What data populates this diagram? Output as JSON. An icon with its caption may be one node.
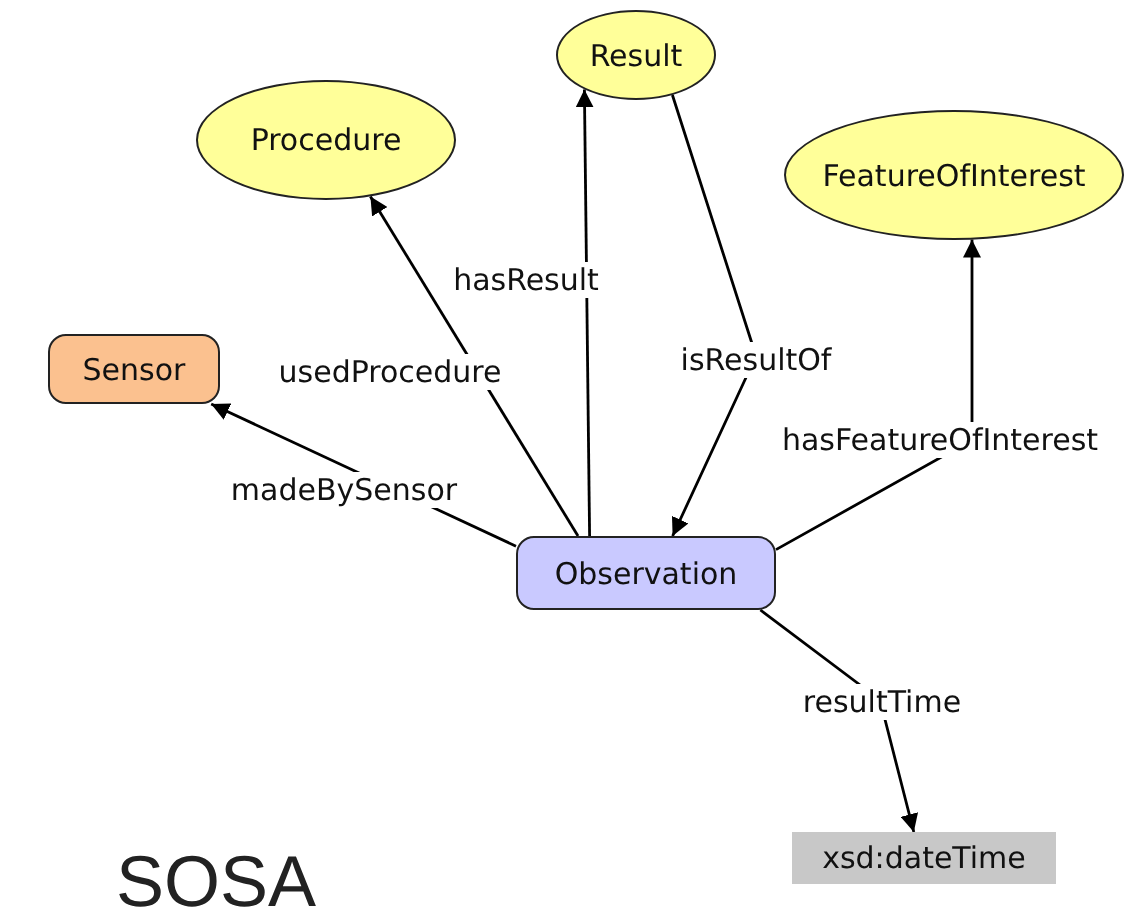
{
  "diagram": {
    "nodes": [
      {
        "text": [
          "Result"
        ]
      },
      {
        "text": [
          "Procedure"
        ]
      },
      {
        "text": [
          "FeatureOfInterest"
        ]
      },
      {
        "text": [
          "Sensor"
        ]
      },
      {
        "text": [
          "Observation"
        ]
      },
      {
        "text": [
          "xsd:dateTime"
        ]
      }
    ],
    "edges": [
      {
        "from": 4,
        "to": 0,
        "arrow": "to",
        "label": "hasResult"
      },
      {
        "from": 0,
        "to": 4,
        "arrow": "to",
        "label": "isResultOf"
      },
      {
        "from": 4,
        "to": 1,
        "arrow": "to",
        "label": "usedProcedure"
      },
      {
        "from": 4,
        "to": 3,
        "arrow": "to",
        "label": "madeBySensor"
      },
      {
        "from": 4,
        "to": 2,
        "arrow": "to",
        "label": "hasFeatureOfInterest"
      },
      {
        "from": 4,
        "to": 5,
        "arrow": "to",
        "label": "resultTime"
      }
    ],
    "labels": [
      "SOSA"
    ]
  }
}
